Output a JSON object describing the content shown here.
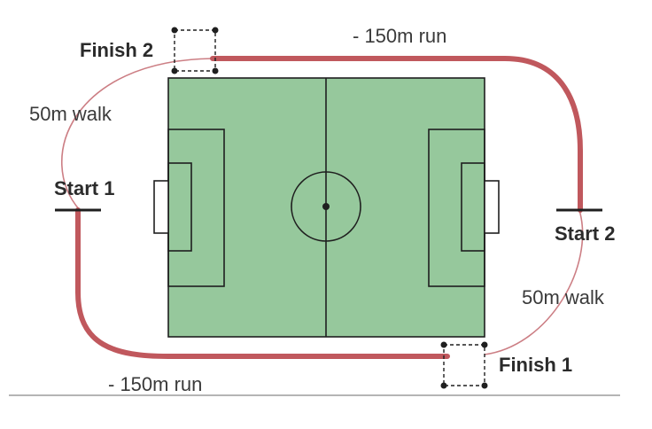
{
  "labels": {
    "finish_2": "Finish 2",
    "finish_1": "Finish 1",
    "start_1": "Start 1",
    "start_2": "Start 2",
    "run_top": "- 150m run",
    "run_bottom": "- 150m run",
    "walk_left": "50m walk",
    "walk_right": "50m walk"
  },
  "colors": {
    "field": "#96c89c",
    "field_lines": "#1f1f1f",
    "run_track": "#c0585d",
    "walk_track": "#cc7e84",
    "text": "#3a3a3a",
    "baseline": "#b5b5b5"
  }
}
